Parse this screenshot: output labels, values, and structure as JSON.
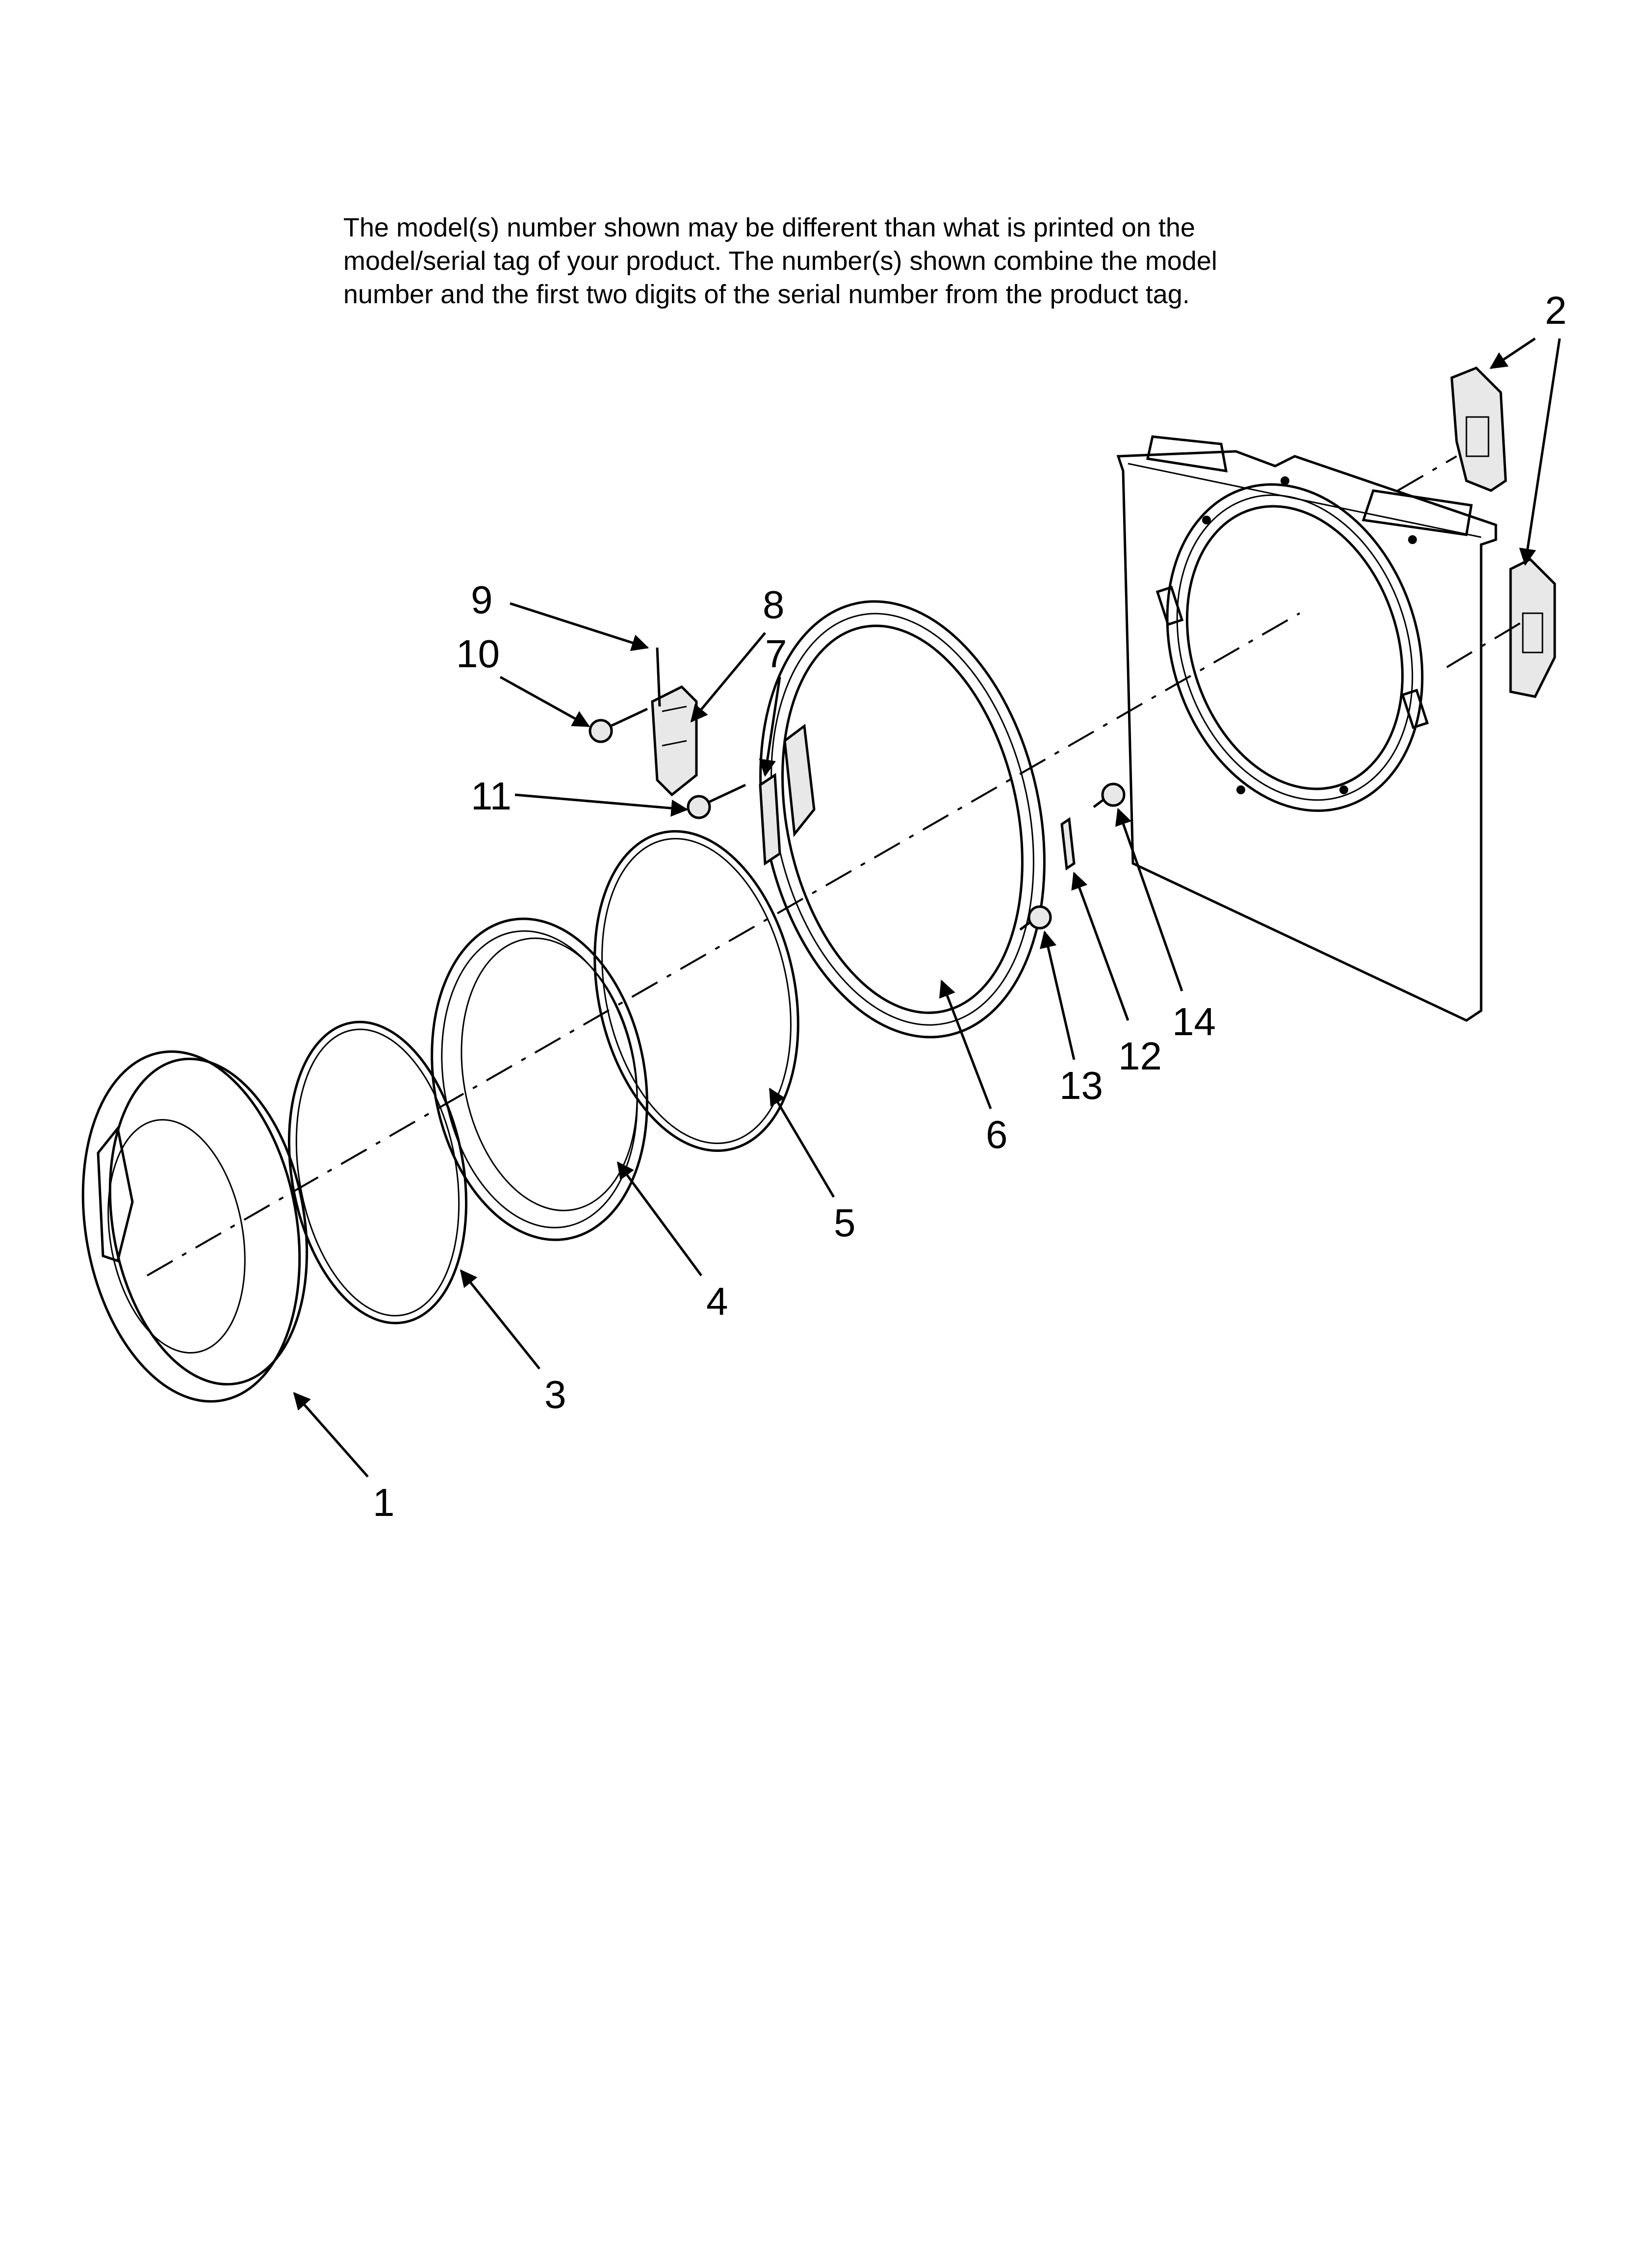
{
  "note_lines": [
    "The model(s) number shown may be different than what is printed on the",
    "model/serial tag of your product. The number(s) shown combine the model",
    "number and the first two digits of the serial number from the product tag."
  ],
  "callouts": {
    "c1": "1",
    "c2": "2",
    "c3": "3",
    "c4": "4",
    "c5": "5",
    "c6": "6",
    "c7": "7",
    "c8": "8",
    "c9": "9",
    "c10": "10",
    "c11": "11",
    "c12": "12",
    "c13": "13",
    "c14": "14"
  }
}
